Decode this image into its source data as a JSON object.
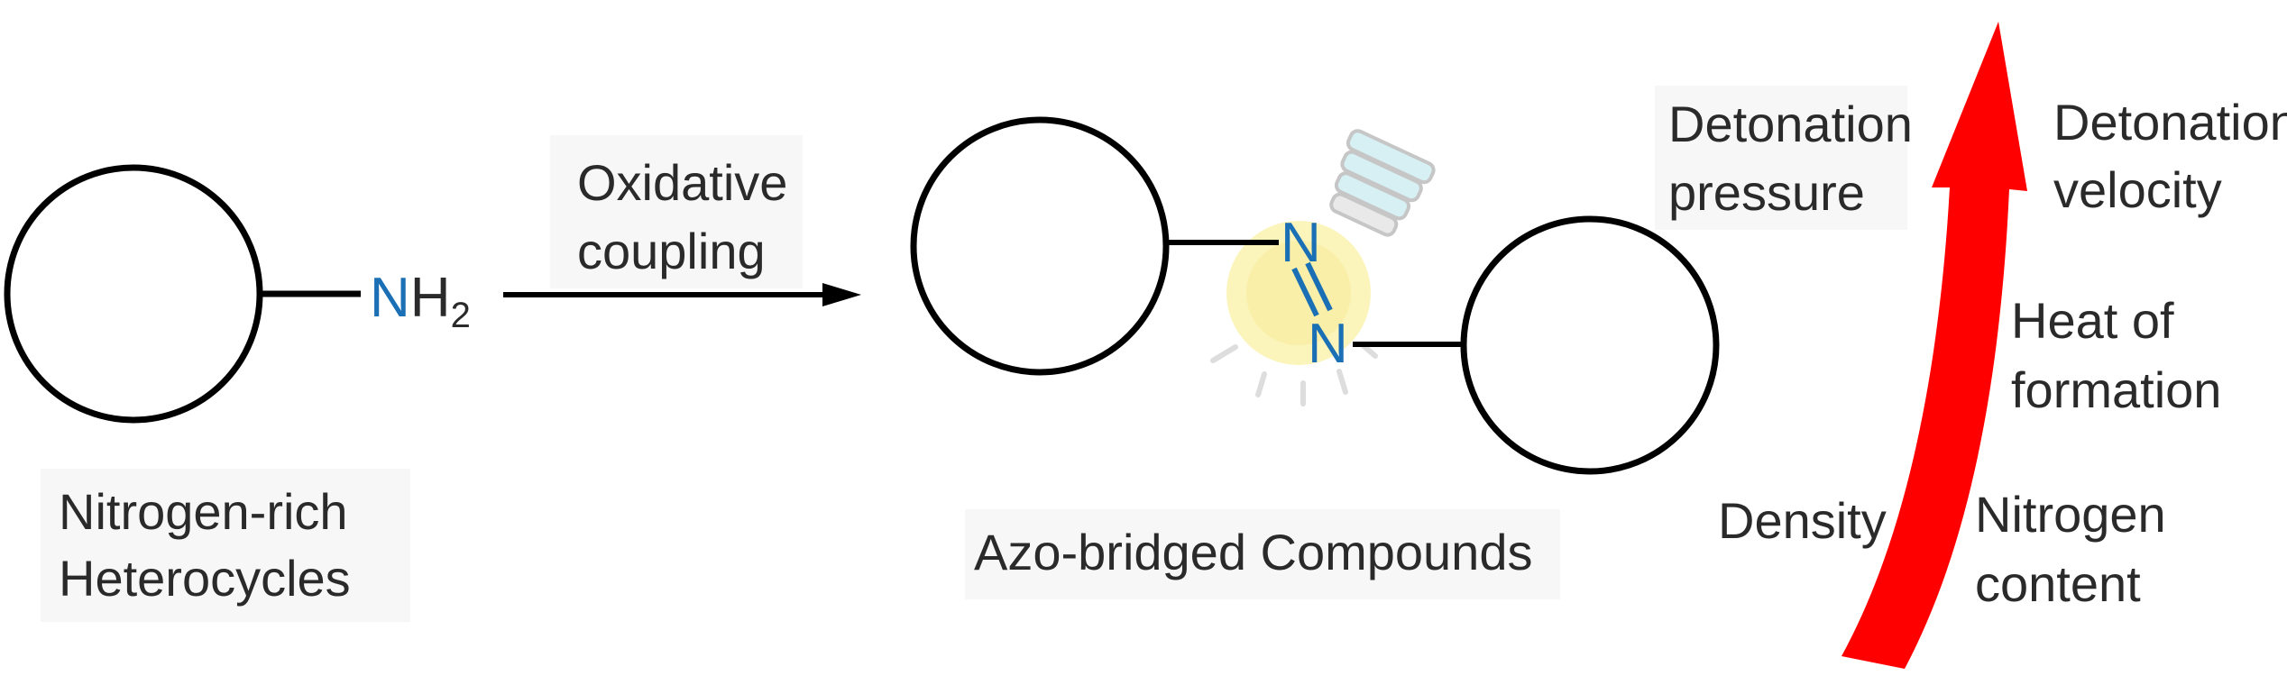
{
  "reactant": {
    "group_atom": "N",
    "group_rest": "H",
    "group_subscript": "2",
    "label_line1": "Nitrogen-rich",
    "label_line2": "Heterocycles"
  },
  "reaction": {
    "line1": "Oxidative",
    "line2": "coupling"
  },
  "product": {
    "atom1": "N",
    "atom2": "N",
    "label": "Azo-bridged Compounds"
  },
  "properties": {
    "detonation_pressure_1": "Detonation",
    "detonation_pressure_2": "pressure",
    "detonation_velocity_1": "Detonation",
    "detonation_velocity_2": "velocity",
    "heat_of_formation_1": "Heat of",
    "heat_of_formation_2": "formation",
    "density": "Density",
    "nitrogen_content_1": "Nitrogen",
    "nitrogen_content_2": "content"
  },
  "colors": {
    "nitrogen": "#1a6fb5",
    "arrow_red": "#ff0000",
    "bulb_glow": "#fbf3b0"
  },
  "icons": {
    "bulb": "lightbulb-icon"
  }
}
